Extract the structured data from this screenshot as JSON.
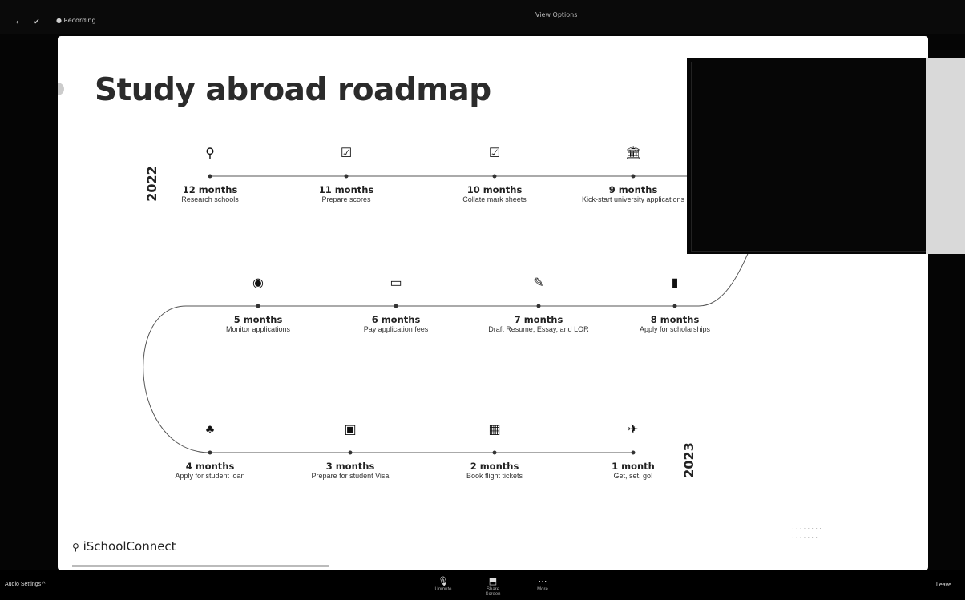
{
  "top_bar": {
    "recording_label": "Recording",
    "window_title": "View Options"
  },
  "slide": {
    "title": "Study abroad roadmap",
    "year_start": "2022",
    "year_end": "2023",
    "logo_text": "iSchoolConnect",
    "steps": [
      {
        "icon": "search-icon",
        "months": "12 months",
        "desc": "Research schools"
      },
      {
        "icon": "clipboard-check-icon",
        "months": "11 months",
        "desc": "Prepare scores"
      },
      {
        "icon": "clipboard-check-icon",
        "months": "10 months",
        "desc": "Collate mark sheets"
      },
      {
        "icon": "university-icon",
        "months": "9 months",
        "desc": "Kick-start university applications"
      },
      {
        "icon": "scholarship-icon",
        "months": "8 months",
        "desc": "Apply for scholarships"
      },
      {
        "icon": "draft-document-icon",
        "months": "7 months",
        "desc": "Draft Resume, Essay, and LOR"
      },
      {
        "icon": "payment-card-icon",
        "months": "6 months",
        "desc": "Pay application fees"
      },
      {
        "icon": "eye-icon",
        "months": "5 months",
        "desc": "Monitor applications"
      },
      {
        "icon": "piggy-bank-icon",
        "months": "4 months",
        "desc": "Apply for student loan"
      },
      {
        "icon": "passport-icon",
        "months": "3 months",
        "desc": "Prepare for student Visa"
      },
      {
        "icon": "calendar-check-icon",
        "months": "2 months",
        "desc": "Book flight tickets"
      },
      {
        "icon": "airplane-icon",
        "months": "1 month",
        "desc": "Get, set, go!"
      }
    ]
  },
  "bottom_bar": {
    "audio_settings": "Audio Settings ^",
    "controls": [
      {
        "icon": "microphone-icon",
        "label": "Unmute"
      },
      {
        "icon": "screen-share-icon",
        "label": "Share Screen"
      },
      {
        "icon": "more-icon",
        "label": "More"
      }
    ],
    "leave_label": "Leave"
  }
}
